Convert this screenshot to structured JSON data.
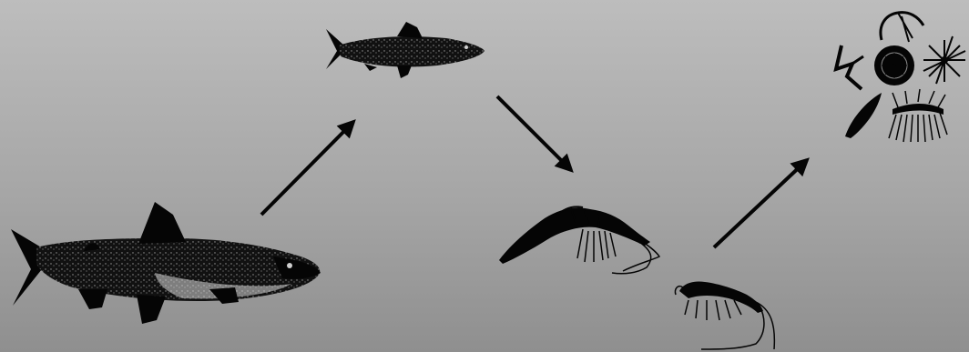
{
  "diagram": {
    "type": "food-chain",
    "colors": {
      "background_top": "#bdbdbd",
      "background_bottom": "#8f8f8f",
      "ink": "#050505"
    },
    "nodes": [
      {
        "id": "trout",
        "icon": "large-fish-icon"
      },
      {
        "id": "small-fish",
        "icon": "small-fish-icon"
      },
      {
        "id": "shrimp",
        "icon": "shrimp-icon"
      },
      {
        "id": "amphipod",
        "icon": "amphipod-icon"
      },
      {
        "id": "plankton",
        "icon": "plankton-icon"
      }
    ],
    "arrows": [
      {
        "from": "trout",
        "to": "small-fish"
      },
      {
        "from": "small-fish",
        "to": "shrimp"
      },
      {
        "from": "amphipod",
        "to": "plankton"
      }
    ]
  }
}
